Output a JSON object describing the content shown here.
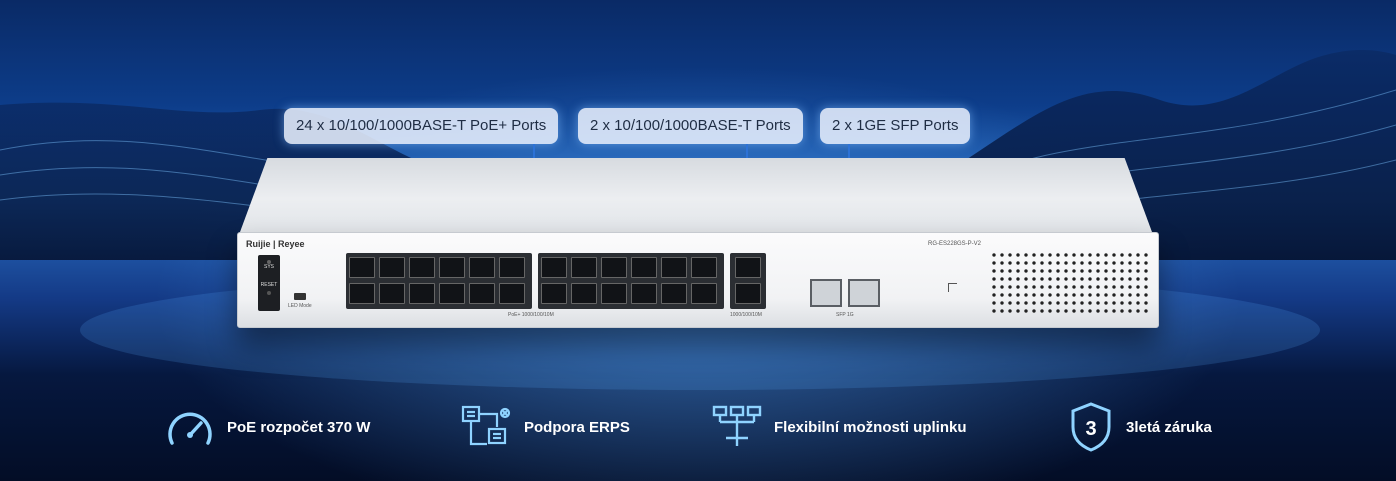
{
  "callouts": [
    {
      "label": "24 x 10/100/1000BASE-T PoE+ Ports"
    },
    {
      "label": "2 x 10/100/1000BASE-T Ports"
    },
    {
      "label": "2 x 1GE SFP Ports"
    }
  ],
  "device": {
    "brand": "Ruijie | Reyee",
    "model": "RG-ES228GS-P-V2",
    "led_sys": "SYS",
    "led_reset": "RESET",
    "led_mode": "LED Mode",
    "poe_label": "PoE+ 1000/100/10M",
    "uplink_label": "1000/100/10M",
    "sfp_label": "SFP 1G"
  },
  "features": [
    {
      "icon": "speedometer-icon",
      "label": "PoE rozpočet 370 W"
    },
    {
      "icon": "erps-topology-icon",
      "label": "Podpora ERPS"
    },
    {
      "icon": "network-tree-icon",
      "label": "Flexibilní možnosti uplinku"
    },
    {
      "icon": "shield-3-icon",
      "label": "3letá záruka",
      "badge": "3"
    }
  ],
  "colors": {
    "accent": "#2d72d6",
    "icon": "#8fd3ff"
  }
}
